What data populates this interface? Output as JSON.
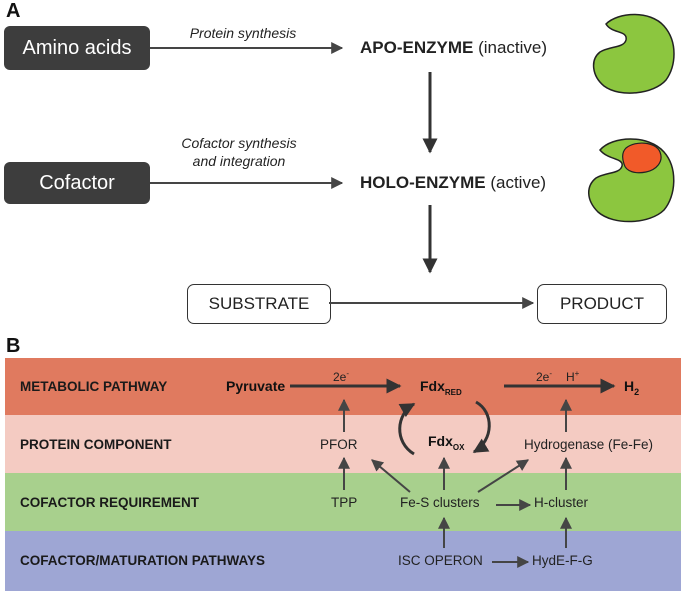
{
  "panel_a": {
    "letter": "A",
    "amino_acids": "Amino acids",
    "protein_synthesis": "Protein synthesis",
    "apo_bold": "APO-ENZYME",
    "apo_state": "(inactive)",
    "cofactor": "Cofactor",
    "cofactor_synthesis_line1": "Cofactor synthesis",
    "cofactor_synthesis_line2": "and integration",
    "holo_bold": "HOLO-ENZYME",
    "holo_state": "(active)",
    "substrate": "SUBSTRATE",
    "product": "PRODUCT",
    "colors": {
      "enzyme": "#8cc63f",
      "cofactor": "#f15a29",
      "box": "#3d3d3d"
    }
  },
  "panel_b": {
    "letter": "B",
    "bands": [
      {
        "label": "METABOLIC PATHWAY",
        "color": "#e07a5f"
      },
      {
        "label": "PROTEIN COMPONENT",
        "color": "#f4cbc2"
      },
      {
        "label": "COFACTOR REQUIREMENT",
        "color": "#a8d08d"
      },
      {
        "label": "COFACTOR/MATURATION PATHWAYS",
        "color": "#9ea6d4"
      }
    ],
    "pyruvate": "Pyruvate",
    "electrons_left": "2e",
    "electron_sup": "-",
    "fdx": "Fdx",
    "red_sub": "RED",
    "ox_sub": "OX",
    "electrons_right": "2e",
    "h_plus": "H",
    "h_plus_sup": "+",
    "h2": "H",
    "h2_sub": "2",
    "pfor": "PFOR",
    "hydrogenase": "Hydrogenase (Fe-Fe)",
    "tpp": "TPP",
    "fes": "Fe-S clusters",
    "hcluster": "H-cluster",
    "isc": "ISC OPERON",
    "hyd": "HydE-F-G"
  }
}
